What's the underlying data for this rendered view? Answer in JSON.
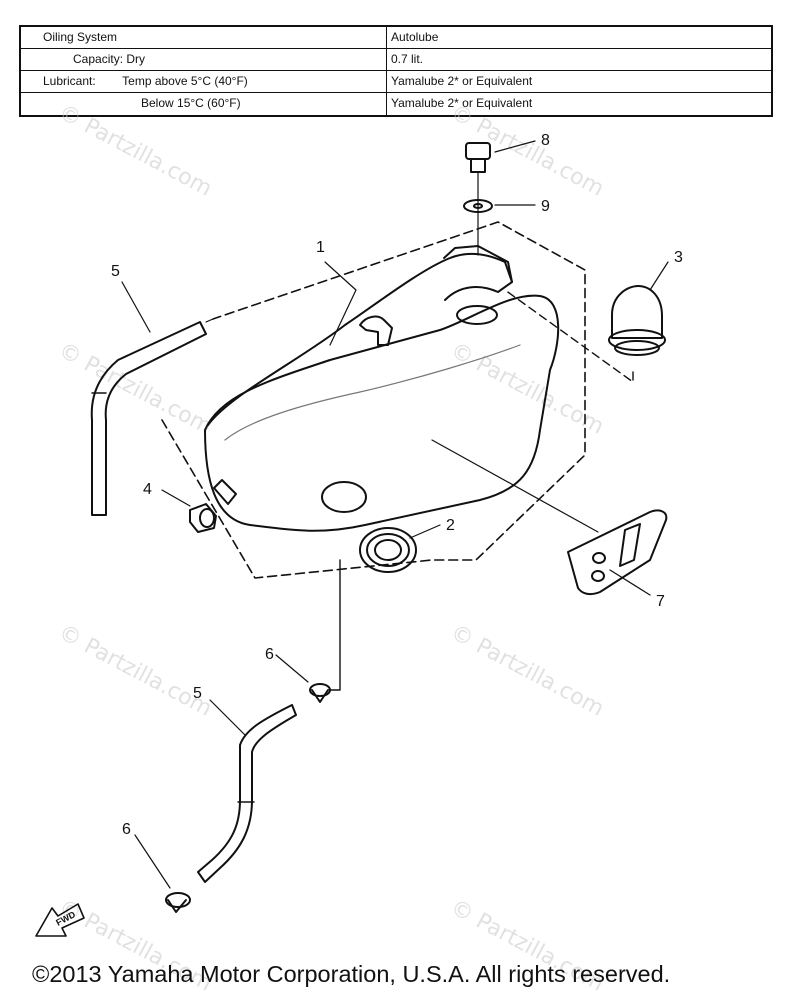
{
  "spec_table": {
    "rows": [
      {
        "left": "Oiling System",
        "right": "Autolube"
      },
      {
        "left": "Capacity:  Dry",
        "right": "0.7 lit."
      },
      {
        "left": "Lubricant:        Temp above 5°C (40°F)",
        "right": "Yamalube 2* or Equivalent"
      },
      {
        "left": "Below 15°C (60°F)",
        "right": "Yamalube 2* or Equivalent"
      }
    ]
  },
  "callouts": {
    "c1": "1",
    "c2": "2",
    "c3": "3",
    "c4": "4",
    "c5a": "5",
    "c5b": "5",
    "c6a": "6",
    "c6b": "6",
    "c7": "7",
    "c8": "8",
    "c9": "9"
  },
  "fwd_label": "FWD",
  "watermark": "© Partzilla.com",
  "copyright": "©2013 Yamaha Motor Corporation, U.S.A. All rights reserved."
}
